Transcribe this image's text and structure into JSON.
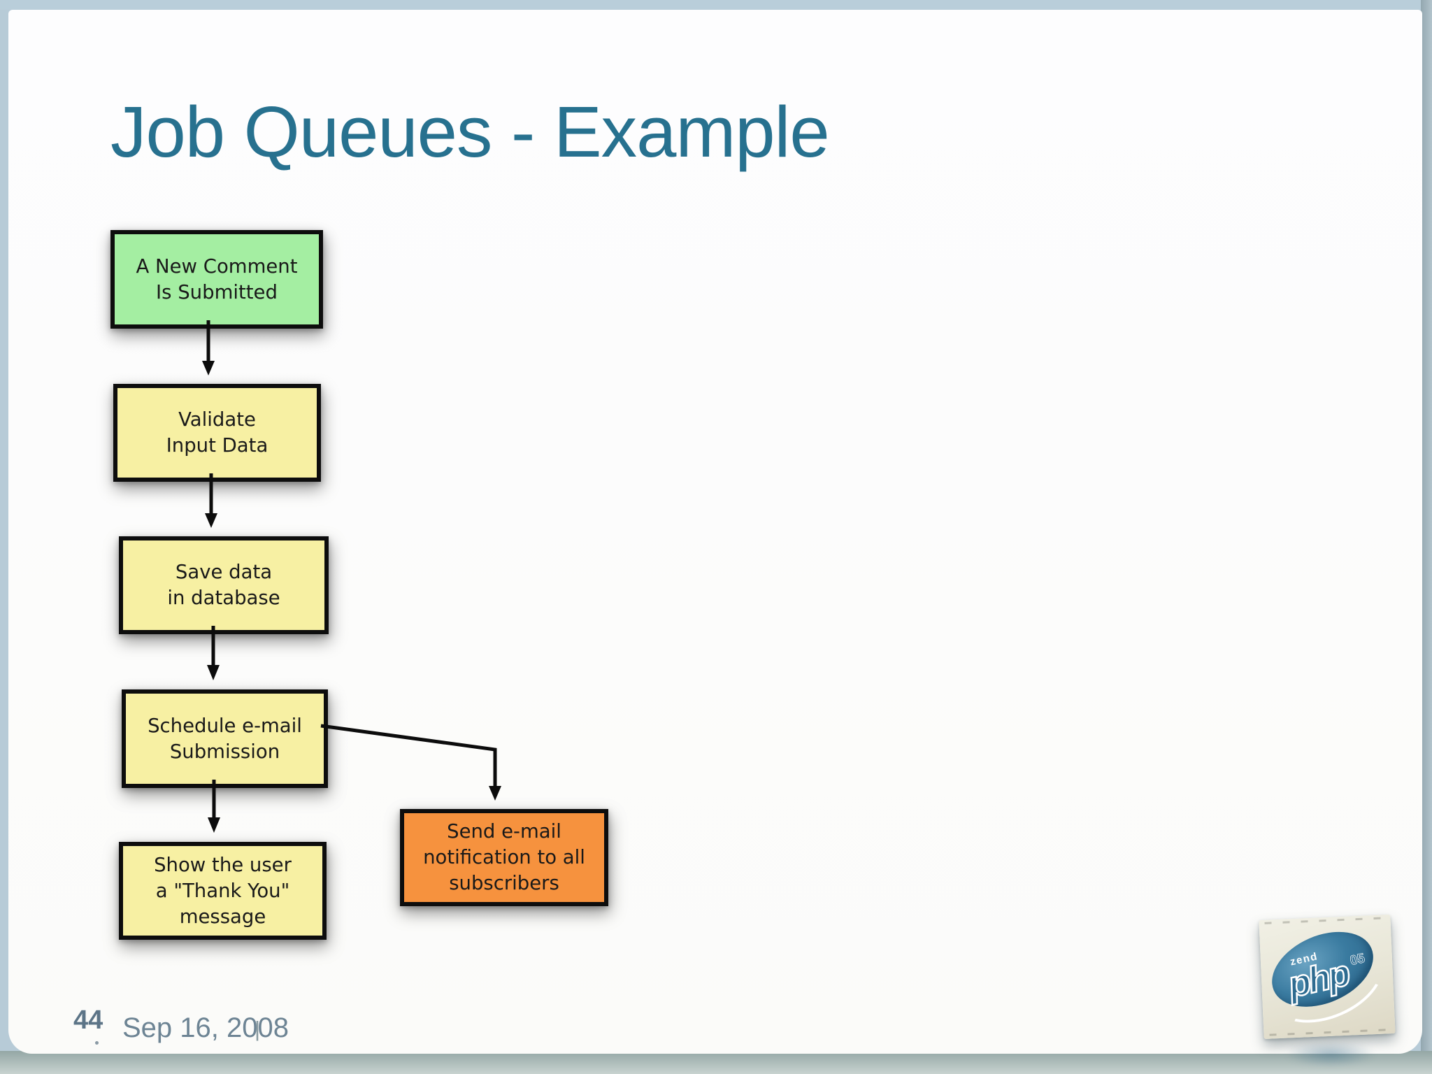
{
  "slide": {
    "title": "Job Queues - Example",
    "page_number": "44",
    "date": "Sep 16, 2008",
    "footer_separator": "|"
  },
  "flowchart": {
    "nodes": [
      {
        "id": "comment-submitted",
        "type": "start",
        "fill": "#a4eea2",
        "lines": [
          "A New Comment",
          "Is Submitted"
        ]
      },
      {
        "id": "validate-input",
        "type": "process",
        "fill": "#f7f0a3",
        "lines": [
          "Validate",
          "Input Data"
        ]
      },
      {
        "id": "save-database",
        "type": "process",
        "fill": "#f7f0a3",
        "lines": [
          "Save data",
          "in database"
        ]
      },
      {
        "id": "schedule-email",
        "type": "process",
        "fill": "#f7f0a3",
        "lines": [
          "Schedule e-mail",
          "Submission"
        ]
      },
      {
        "id": "thank-you",
        "type": "process",
        "fill": "#f7f0a3",
        "lines": [
          "Show the user",
          "a \"Thank You\"",
          "message"
        ]
      },
      {
        "id": "send-notification",
        "type": "job",
        "fill": "#f6923e",
        "lines": [
          "Send e-mail",
          "notification to all",
          "subscribers"
        ]
      }
    ],
    "edges": [
      {
        "from": "comment-submitted",
        "to": "validate-input"
      },
      {
        "from": "validate-input",
        "to": "save-database"
      },
      {
        "from": "save-database",
        "to": "schedule-email"
      },
      {
        "from": "schedule-email",
        "to": "thank-you"
      },
      {
        "from": "schedule-email",
        "to": "send-notification"
      }
    ]
  },
  "logo": {
    "brand_small": "zend",
    "brand_main": "php",
    "brand_sup": "05"
  },
  "colors": {
    "title": "#27718f",
    "start_fill": "#a4eea2",
    "process_fill": "#f7f0a3",
    "job_fill": "#f6923e",
    "node_border": "#0d0d0d",
    "footer_text": "#6d8494",
    "frame_top": "#b9ceda",
    "frame_bottom": "#94a7a5"
  }
}
